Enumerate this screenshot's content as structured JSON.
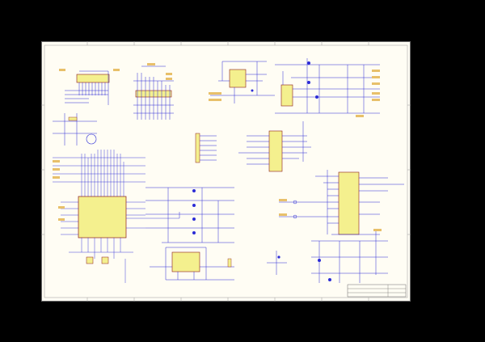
{
  "colors": {
    "background": "#000000",
    "sheet": "#fffdf4",
    "wire": "#2b2bd6",
    "component_fill": "#f4f08e",
    "component_stroke": "#8a1b1b",
    "net_flag": "#e8c06a",
    "border": "#6b6b6b"
  },
  "components": [
    {
      "id": "u_mcu",
      "kind": "ic-qfp"
    },
    {
      "id": "u_connector_top_left",
      "kind": "header"
    },
    {
      "id": "u_resistor_array_top",
      "kind": "resistor-array"
    },
    {
      "id": "u_regulator",
      "kind": "ic"
    },
    {
      "id": "u_connector_right_top",
      "kind": "connector"
    },
    {
      "id": "u_driver_center",
      "kind": "ic"
    },
    {
      "id": "u_driver_right",
      "kind": "ic"
    },
    {
      "id": "u_relay",
      "kind": "ic"
    },
    {
      "id": "u_header_mid",
      "kind": "header"
    }
  ]
}
